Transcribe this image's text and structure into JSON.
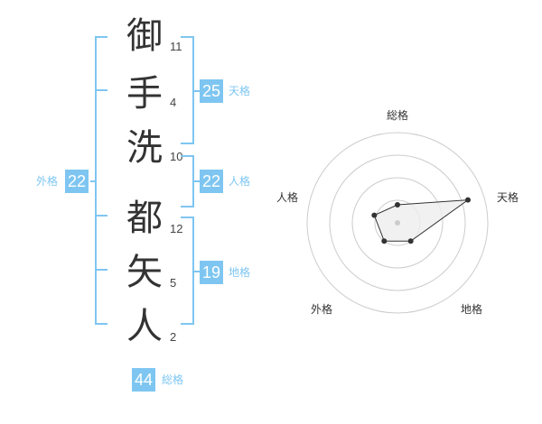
{
  "characters": [
    {
      "char": "御",
      "strokes": "11"
    },
    {
      "char": "手",
      "strokes": "4"
    },
    {
      "char": "洗",
      "strokes": "10"
    },
    {
      "char": "都",
      "strokes": "12"
    },
    {
      "char": "矢",
      "strokes": "5"
    },
    {
      "char": "人",
      "strokes": "2"
    }
  ],
  "fortunes": {
    "tenkaku": {
      "label": "天格",
      "value": "25"
    },
    "jinkaku": {
      "label": "人格",
      "value": "22"
    },
    "chikaku": {
      "label": "地格",
      "value": "19"
    },
    "gaikaku": {
      "label": "外格",
      "value": "22"
    },
    "soukaku": {
      "label": "総格",
      "value": "44"
    }
  },
  "radar": {
    "axes": [
      "総格",
      "天格",
      "地格",
      "外格",
      "人格"
    ],
    "values": [
      0.2,
      0.82,
      0.25,
      0.25,
      0.27
    ],
    "colors": {
      "ring": "#cccccc",
      "fill": "#eeeeee",
      "outline": "#333333",
      "point": "#333333",
      "center": "#cccccc"
    }
  },
  "colors": {
    "accent": "#7ec6f1",
    "text": "#333333"
  }
}
